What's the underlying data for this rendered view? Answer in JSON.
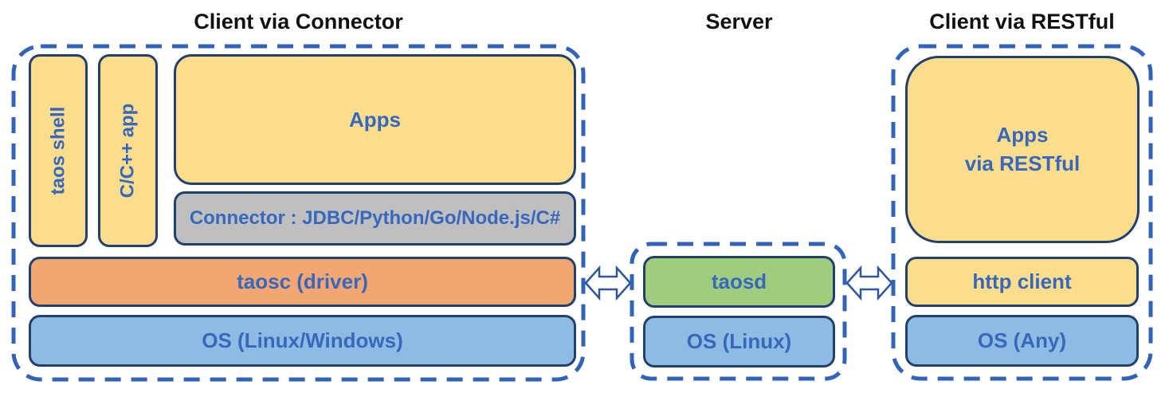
{
  "diagram": {
    "colors": {
      "dashed_border_blue": "#3163BA",
      "box_border_navy": "#21406E",
      "label_text_blue": "#3768BE",
      "title_text_black": "#111111",
      "yellow_fill": "#FBDD8B",
      "orange_fill": "#F2A672",
      "blue_fill": "#8EBBE2",
      "green_fill": "#A0CC7E",
      "gray_fill": "#BFBFBF"
    },
    "sections": {
      "client_connector": {
        "title": "Client via Connector",
        "boxes": {
          "taos_shell": "taos shell",
          "cpp_app": "C/C++ app",
          "apps": "Apps",
          "connector": "Connector : JDBC/Python/Go/Node.js/C#",
          "taosc": "taosc (driver)",
          "os": "OS (Linux/Windows)"
        }
      },
      "server": {
        "title": "Server",
        "boxes": {
          "taosd": "taosd",
          "os": "OS (Linux)"
        }
      },
      "client_restful": {
        "title": "Client via RESTful",
        "boxes": {
          "apps": "Apps\nvia RESTful",
          "http_client": "http client",
          "os": "OS (Any)"
        }
      }
    },
    "connections": {
      "left_arrow": "bidirectional arrow between client-via-connector and server",
      "right_arrow": "bidirectional arrow between server and client-via-restful"
    }
  }
}
